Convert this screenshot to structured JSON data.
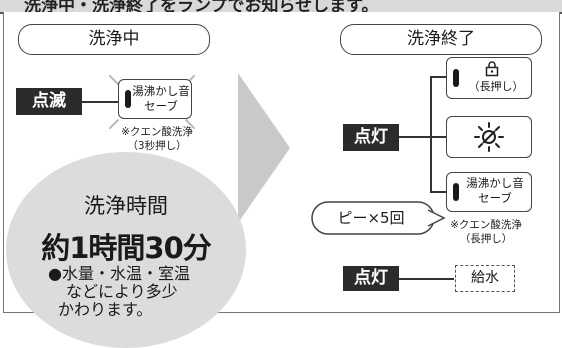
{
  "header": {
    "text": "洗浄中・洗浄終了をランプでお知らせします。"
  },
  "left": {
    "stage_label": "洗浄中",
    "state_badge": "点滅",
    "button": {
      "line1": "湯沸かし音",
      "line2": "セーブ"
    },
    "note": {
      "line1": "※クエン酸洗浄",
      "line2": "（3秒押し）"
    }
  },
  "right": {
    "stage_label": "洗浄終了",
    "state_badge": "点灯",
    "lock_button": {
      "label": "（長押し）",
      "icon": "lock-icon"
    },
    "light_button": {
      "icon": "light-off-icon"
    },
    "sound_button": {
      "line1": "湯沸かし音",
      "line2": "セーブ"
    },
    "beep_bubble": "ピー×5回",
    "note": {
      "line1": "※クエン酸洗浄",
      "line2": "（長押し）"
    },
    "water_badge": "点灯",
    "water_label": "給水"
  },
  "time_box": {
    "title": "洗浄時間",
    "duration": "約1時間30分",
    "bullet_line1": "●水量・水温・室温",
    "bullet_line2": "などにより多少",
    "bullet_line3": "かわります。"
  },
  "colors": {
    "dark_label_bg": "#2b2b2b",
    "circle_bg": "#dcdcdc",
    "arrow_gray": "#c9c9c9"
  }
}
